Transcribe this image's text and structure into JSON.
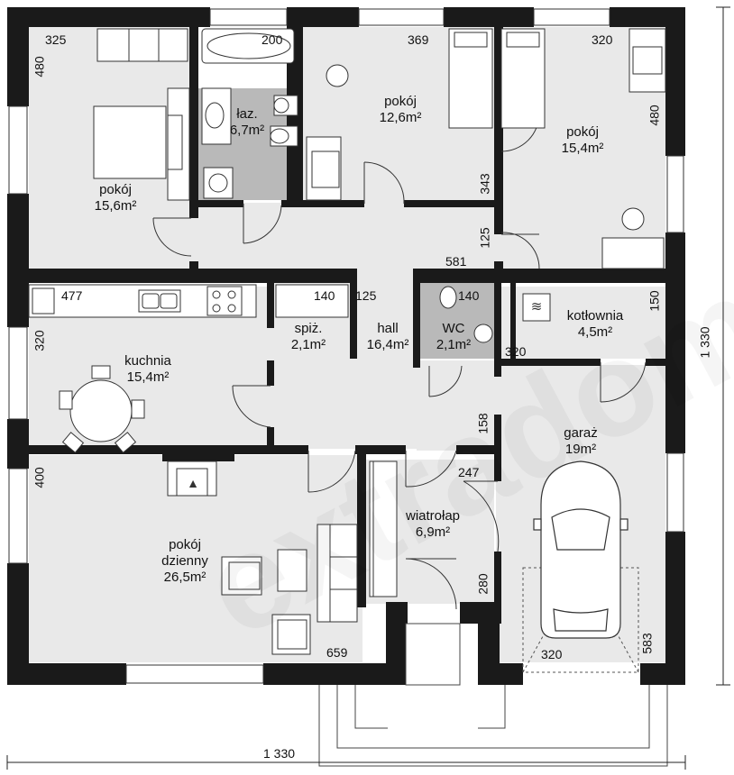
{
  "rooms": [
    {
      "id": "bedroom1",
      "name": "pokój",
      "area": "15,6m²"
    },
    {
      "id": "bath",
      "name": "łaz.",
      "area": "6,7m²"
    },
    {
      "id": "room2",
      "name": "pokój",
      "area": "12,6m²"
    },
    {
      "id": "room3",
      "name": "pokój",
      "area": "15,4m²"
    },
    {
      "id": "kitchen",
      "name": "kuchnia",
      "area": "15,4m²"
    },
    {
      "id": "pantry",
      "name": "spiż.",
      "area": "2,1m²"
    },
    {
      "id": "hall",
      "name": "hall",
      "area": "16,4m²"
    },
    {
      "id": "wc",
      "name": "WC",
      "area": "2,1m²"
    },
    {
      "id": "boiler",
      "name": "kotłownia",
      "area": "4,5m²"
    },
    {
      "id": "living",
      "name": "pokój",
      "name2": "dzienny",
      "area": "26,5m²"
    },
    {
      "id": "vestibule",
      "name": "wiatrołap",
      "area": "6,9m²"
    },
    {
      "id": "garage",
      "name": "garaż",
      "area": "19m²"
    }
  ],
  "dims": {
    "d325": "325",
    "d480a": "480",
    "d200": "200",
    "d369": "369",
    "d320a": "320",
    "d480b": "480",
    "d343": "343",
    "d125a": "125",
    "d581": "581",
    "d477": "477",
    "d140a": "140",
    "d125b": "125",
    "d140b": "140",
    "d150": "150",
    "d320b": "320",
    "d320c": "320",
    "d158": "158",
    "d400": "400",
    "d247": "247",
    "d280": "280",
    "d659": "659",
    "d320d": "320",
    "d583": "583",
    "overall_width": "1 330",
    "overall_height": "1 330"
  },
  "watermark": "extradom"
}
